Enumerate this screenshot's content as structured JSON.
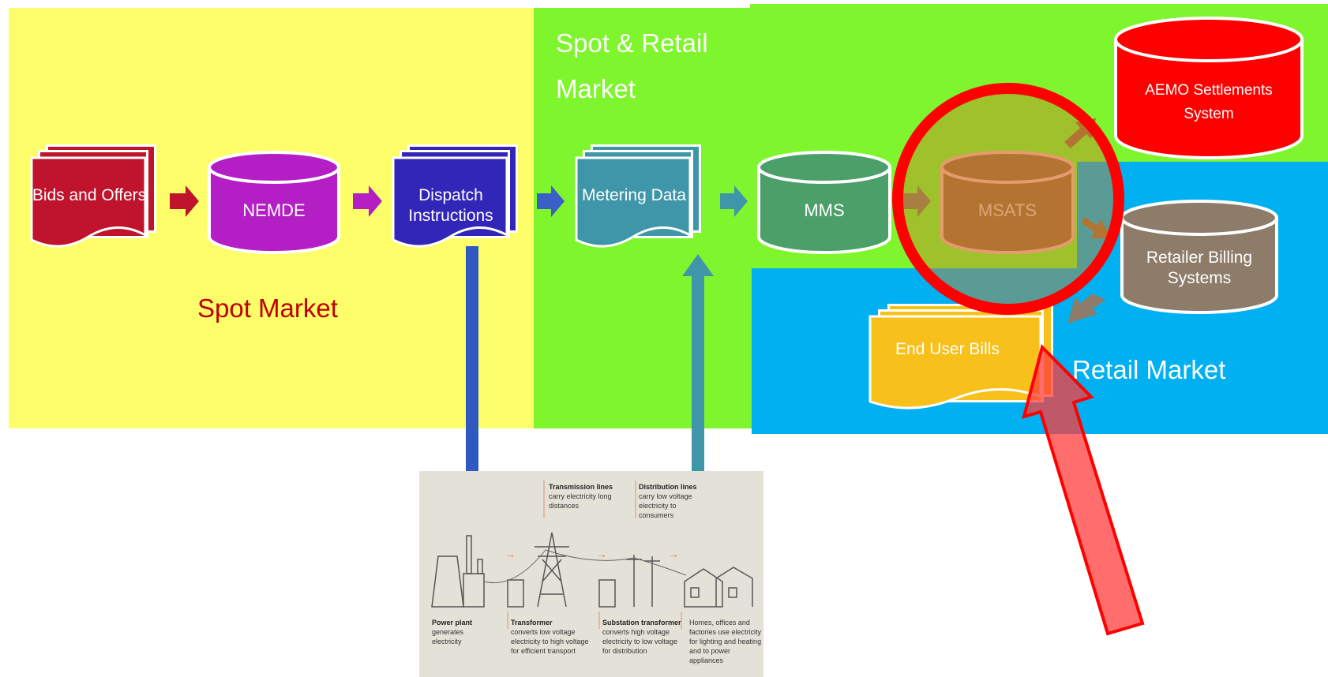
{
  "regions": {
    "spot_market": "Spot Market",
    "spot_retail_market": "Spot & Retail Market",
    "retail_market": "Retail Market"
  },
  "nodes": {
    "bids_offers": "Bids and Offers",
    "nemde": "NEMDE",
    "dispatch": "Dispatch Instructions",
    "metering": "Metering Data",
    "mms": "MMS",
    "msats": "MSATS",
    "aemo": "AEMO Settlements System",
    "retailer_billing": "Retailer Billing Systems",
    "end_user_bills": "End User Bills"
  },
  "grid_illustration": {
    "transmission_title": "Transmission lines",
    "transmission_desc": "carry electricity long distances",
    "distribution_title": "Distribution lines",
    "distribution_desc": "carry low voltage electricity to consumers",
    "power_plant_title": "Power plant",
    "power_plant_desc": "generates electricity",
    "transformer_title": "Transformer",
    "transformer_desc": "converts low voltage electricity to high voltage for efficient transport",
    "substation_title": "Substation transformer",
    "substation_desc": "converts high voltage electricity to low voltage for distribution",
    "homes_desc": "Homes, offices and factories use electricity for lighting and heating and to power appliances"
  },
  "colors": {
    "spot_bg": "#fefe6a",
    "spot_retail_bg": "#7ff52e",
    "retail_bg": "#00b0f0",
    "bids": "#c0142d",
    "nemde": "#b31fc4",
    "dispatch": "#3226b8",
    "metering": "#3f96a9",
    "mms": "#4b9f69",
    "msats": "#a5683a",
    "aemo": "#ff0000",
    "retailer": "#8d7c69",
    "bills": "#f8c01a",
    "highlight": "#ff0000"
  }
}
